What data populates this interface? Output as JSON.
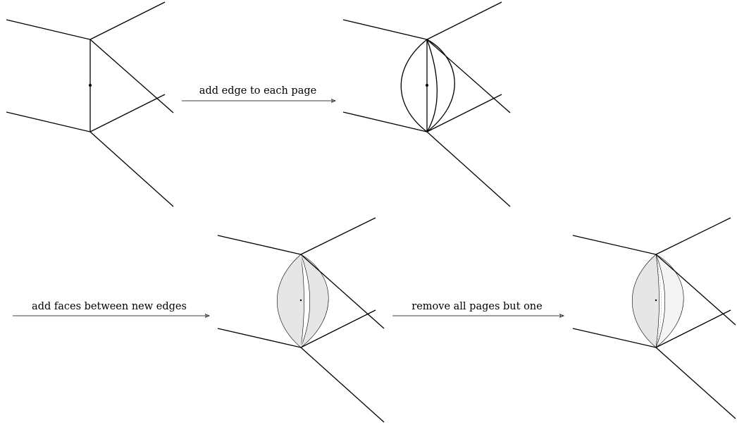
{
  "arrows": [
    {
      "id": "arrow-add-edge",
      "label": "add edge to each page"
    },
    {
      "id": "arrow-add-faces",
      "label": "add faces between new edges"
    },
    {
      "id": "arrow-remove-pages",
      "label": "remove all pages but one"
    }
  ],
  "colors": {
    "line": "#000000",
    "face_fill": "#e6e6e6",
    "remaining_page_fill": "#f4f4f4",
    "background": "#ffffff"
  }
}
